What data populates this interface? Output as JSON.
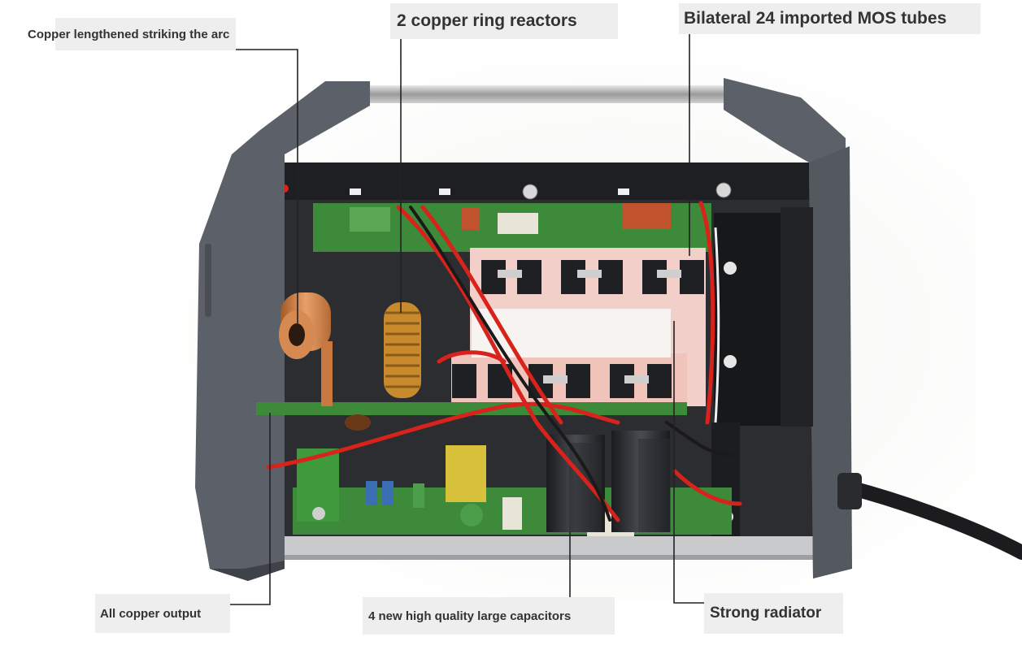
{
  "labels": {
    "arc_striking": "Copper lengthened striking the arc",
    "ring_reactors": "2 copper ring reactors",
    "mos_tubes": "Bilateral 24 imported MOS tubes",
    "copper_output": "All copper output",
    "capacitors": "4 new high quality large capacitors",
    "radiator": "Strong radiator"
  },
  "colors": {
    "housing": "#5c6068",
    "housing_dark": "#3f4248",
    "pcb_green": "#3d8a3a",
    "copper": "#c9793f",
    "heatsink_pink": "#f2cfc8",
    "wire_red": "#d8221c",
    "capacitor": "#2a2c30",
    "label_bg": "#eeeeee",
    "leader_line": "#222222"
  }
}
